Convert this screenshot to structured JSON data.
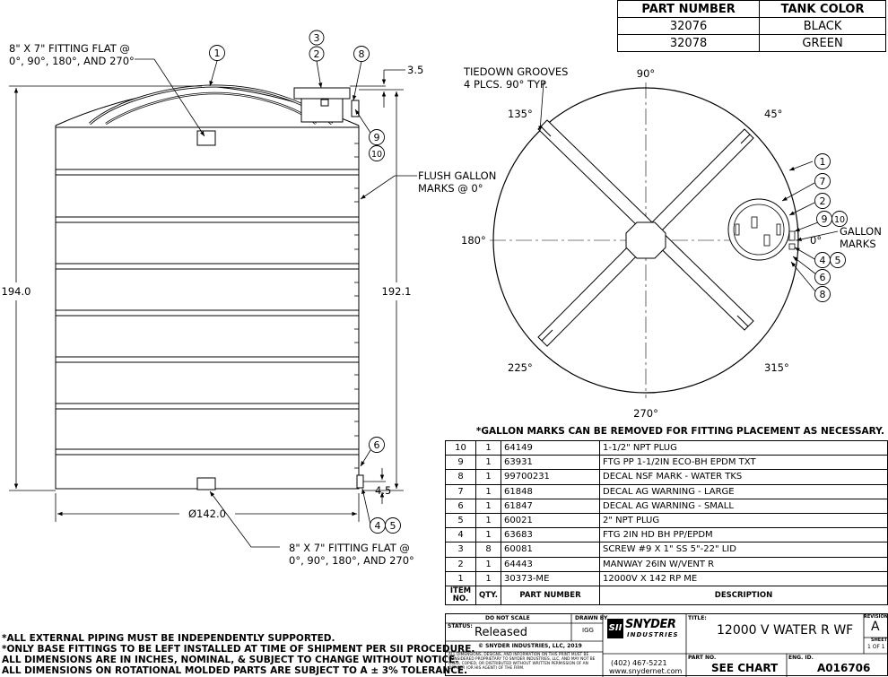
{
  "part_table": {
    "headers": [
      "PART NUMBER",
      "TANK COLOR"
    ],
    "rows": [
      [
        "32076",
        "BLACK"
      ],
      [
        "32078",
        "GREEN"
      ]
    ]
  },
  "side_view": {
    "fitting_top_note_1": "8\" X 7\" FITTING FLAT @",
    "fitting_top_note_2": "0°, 90°, 180°, AND 270°",
    "fitting_bottom_note_1": "8\" X 7\" FITTING FLAT @",
    "fitting_bottom_note_2": "0°, 90°, 180°, AND 270°",
    "flush_note_1": "FLUSH GALLON",
    "flush_note_2": "MARKS @ 0°",
    "dim_height": "194.0",
    "dim_inner_height": "192.1",
    "dim_top_offset": "3.5",
    "dim_bottom_offset": "4.5",
    "dim_diameter": "Ø142.0"
  },
  "top_view": {
    "tiedown_note_1": "TIEDOWN GROOVES",
    "tiedown_note_2": "4 PLCS. 90° TYP.",
    "angle_90": "90°",
    "angle_45": "45°",
    "angle_135": "135°",
    "angle_180": "180°",
    "angle_0": "0°",
    "angle_225": "225°",
    "angle_315": "315°",
    "angle_270": "270°",
    "gallon_1": "GALLON",
    "gallon_2": "MARKS"
  },
  "balloons": [
    "1",
    "2",
    "3",
    "4",
    "5",
    "6",
    "7",
    "8",
    "9",
    "10"
  ],
  "gallon_removal_note": "*GALLON MARKS CAN BE REMOVED FOR FITTING PLACEMENT AS NECESSARY.",
  "bom": {
    "header_item_1": "ITEM",
    "header_item_2": "NO.",
    "header_qty": "QTY.",
    "header_part": "PART NUMBER",
    "header_desc": "DESCRIPTION",
    "rows": [
      [
        "10",
        "1",
        "64149",
        "1-1/2\" NPT PLUG"
      ],
      [
        "9",
        "1",
        "63931",
        "FTG PP 1-1/2IN ECO-BH EPDM TXT"
      ],
      [
        "8",
        "1",
        "99700231",
        "DECAL NSF MARK - WATER TKS"
      ],
      [
        "7",
        "1",
        "61848",
        "DECAL AG WARNING - LARGE"
      ],
      [
        "6",
        "1",
        "61847",
        "DECAL AG WARNING - SMALL"
      ],
      [
        "5",
        "1",
        "60021",
        "2\" NPT PLUG"
      ],
      [
        "4",
        "1",
        "63683",
        "FTG 2IN HD BH PP/EPDM"
      ],
      [
        "3",
        "8",
        "60081",
        "SCREW #9 X 1\" SS 5\"-22\" LID"
      ],
      [
        "2",
        "1",
        "64443",
        "MANWAY 26IN W/VENT R"
      ],
      [
        "1",
        "1",
        "30373-ME",
        "12000V X 142 RP ME"
      ]
    ]
  },
  "title_block": {
    "do_not_scale": "DO NOT SCALE",
    "drawn_by_label": "DRAWN BY",
    "drawn_by": "IGG",
    "status_label": "STATUS:",
    "status": "Released",
    "copyright": "© SNYDER INDUSTRIES, LLC, 2019",
    "legal": "ALL DIMENSIONS, DESIGNS, AND INFORMATION ON THIS PRINT MUST BE CONSIDERED PROPRIETARY TO SNYDER INDUSTRIES, LLC, AND MAY NOT BE USED, COPIED, OR DISTRIBUTED WITHOUT WRITTEN PERMISSION OF AN OFFICER (OR HIS AGENT) OF THE FIRM.",
    "logo_sii": "SII",
    "logo_snyder": "SNYDER",
    "logo_industries": "INDUSTRIES",
    "phone": "(402) 467-5221",
    "website": "www.snydernet.com",
    "title_label": "TITLE:",
    "title": "12000 V WATER R WF",
    "revision_label": "REVISION",
    "revision": "A",
    "sheet_label": "SHEET",
    "sheet": "1 OF 1",
    "part_no_label": "PART NO.",
    "part_no": "SEE CHART",
    "eng_id_label": "ENG. ID.",
    "eng_id": "A016706"
  },
  "notes": [
    "*ALL EXTERNAL PIPING MUST BE INDEPENDENTLY SUPPORTED.",
    "*ONLY BASE FITTINGS TO BE LEFT INSTALLED AT TIME OF SHIPMENT PER SII PROCEDURE.",
    "ALL DIMENSIONS ARE IN INCHES, NOMINAL, & SUBJECT TO CHANGE WITHOUT NOTICE.",
    "ALL DIMENSIONS ON ROTATIONAL MOLDED PARTS ARE SUBJECT TO A ± 3% TOLERANCE."
  ]
}
